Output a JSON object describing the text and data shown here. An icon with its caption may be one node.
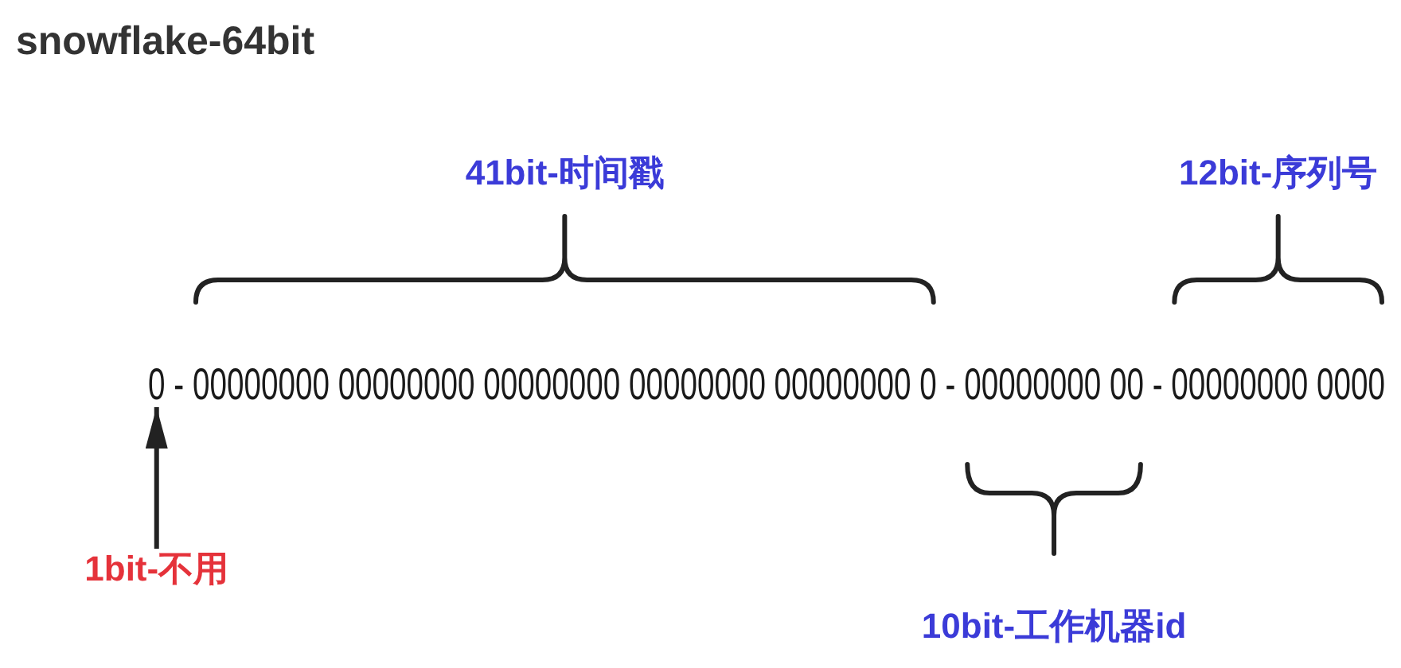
{
  "diagram": {
    "title": "snowflake-64bit",
    "nodes": [
      {
        "text": [
          "0"
        ]
      },
      {
        "text": [
          "1bit-不用"
        ]
      }
    ],
    "edges": [
      {
        "from": 1,
        "to": 0,
        "arrow": "to"
      }
    ],
    "labels": [
      "41bit-时间戳",
      "12bit-序列号",
      "-",
      "00000000 00000000 00000000 00000000 00000000 0",
      "-",
      "00000000 00",
      "-",
      "00000000 0000",
      "10bit-工作机器id"
    ]
  }
}
